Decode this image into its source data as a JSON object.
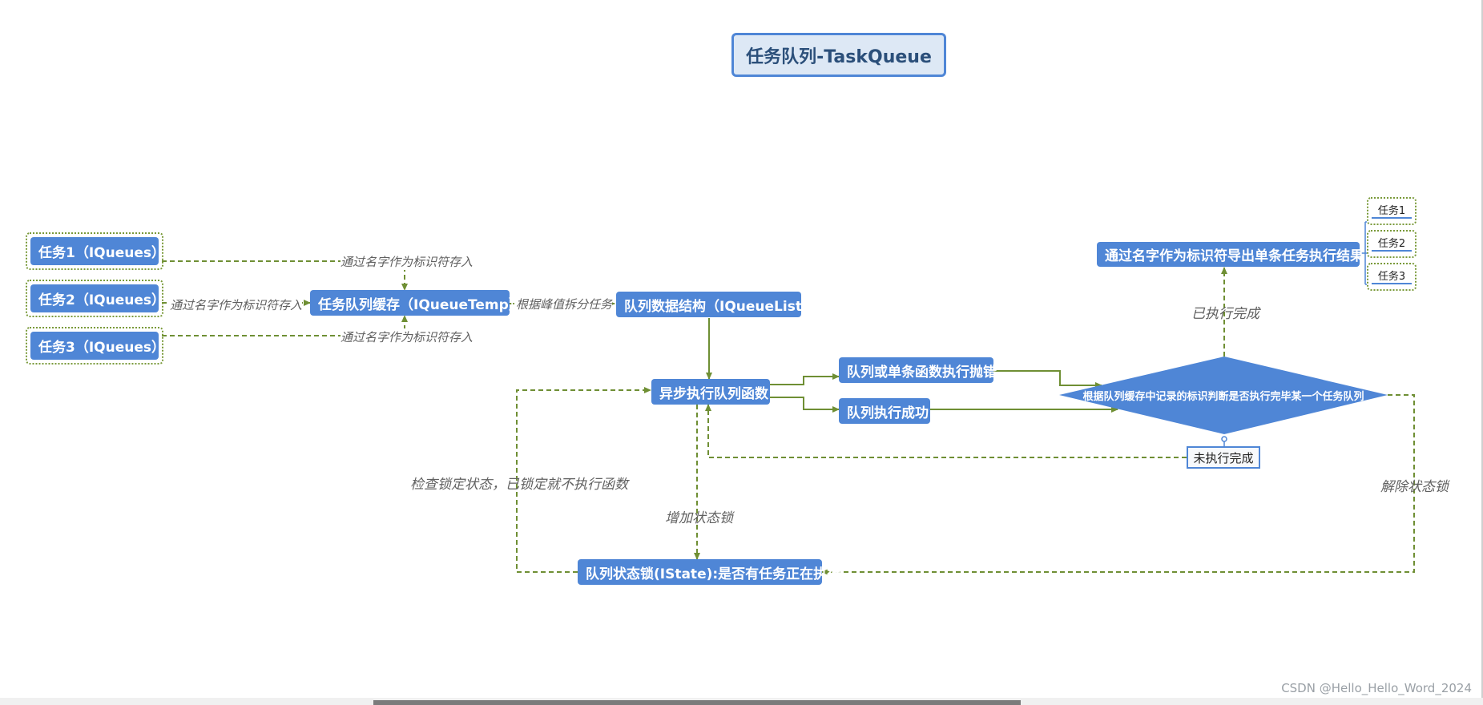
{
  "title": "任务队列-TaskQueue",
  "nodes": {
    "task1": "任务1（IQueues）",
    "task2": "任务2（IQueues）",
    "task3": "任务3（IQueues）",
    "cache": "任务队列缓存（IQueueTemp）",
    "structure": "队列数据结构（IQueueList）",
    "async": "异步执行队列函数",
    "error": "队列或单条函数执行抛错",
    "success": "队列执行成功",
    "decision": "根据队列缓存中记录的标识判断是否执行完毕某一个任务队列",
    "export": "通过名字作为标识符导出单条任务执行结果",
    "lock": "队列状态锁(IState):是否有任务正在执行",
    "pending": "未执行完成"
  },
  "labels": {
    "store1": "通过名字作为标识符存入",
    "store2": "通过名字作为标识符存入",
    "store3": "通过名字作为标识符存入",
    "split": "根据峰值拆分任务",
    "done": "已执行完成",
    "check_lock": "检查锁定状态，已锁定就不执行函数",
    "add_lock": "增加状态锁",
    "release_lock": "解除状态锁"
  },
  "results": [
    "任务1",
    "任务2",
    "任务3"
  ],
  "watermark": "CSDN @Hello_Hello_Word_2024",
  "colors": {
    "node": "#4f86d6",
    "edge": "#6f8f34",
    "frame": "#7a9a3a",
    "title_bg": "#dde8f5"
  }
}
